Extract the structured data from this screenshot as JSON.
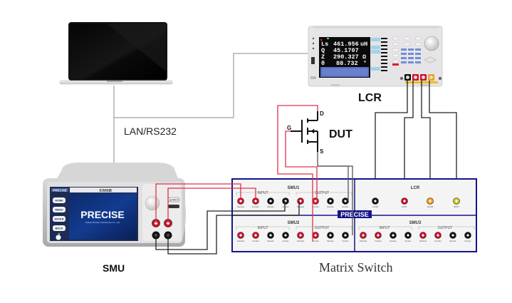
{
  "labels": {
    "link": "LAN/RS232",
    "lcr": "LCR",
    "smu": "SMU",
    "matrix": "Matrix Switch",
    "dut": "DUT",
    "gate": "G",
    "drain": "D",
    "source": "S"
  },
  "lcr_meter": {
    "display_rows": [
      {
        "param": "Ls",
        "value": "461.956",
        "unit": "uH"
      },
      {
        "param": "Q",
        "value": "45.1707",
        "unit": ""
      },
      {
        "param": "Z",
        "value": "290.327",
        "unit": "Ω"
      },
      {
        "param": "θ",
        "value": "88.732",
        "unit": "°"
      }
    ],
    "terminal_colors": [
      "#111111",
      "#d0102a",
      "#d0102a",
      "#e8a317"
    ]
  },
  "smu_device": {
    "model": "S300B",
    "brand": "PRECISE",
    "screen_brand": "PRECISE",
    "screen_subtitle": "Wuhan Precise Instruments Co., Ltd",
    "buttons": [
      "HOME",
      "MENU",
      "ENTER",
      "BACK"
    ],
    "output_button": "OUTPUT"
  },
  "matrix": {
    "brand": "PRECISE",
    "modules": [
      {
        "name": "SMU1",
        "groups": [
          "INPUT",
          "OUTPUT"
        ]
      },
      {
        "name": "SMU2",
        "groups": [
          "INPUT",
          "OUTPUT"
        ]
      },
      {
        "name": "SMU3",
        "groups": [
          "INPUT",
          "OUTPUT"
        ]
      },
      {
        "name": "LCR",
        "groups": []
      }
    ],
    "smu_terminals": [
      "SenseH",
      "ForceH",
      "SenseL",
      "ForceL"
    ],
    "lcr_terminals": [
      {
        "name": "LCUR",
        "color": "#111111"
      },
      {
        "name": "LPOT",
        "color": "#d0102a"
      },
      {
        "name": "HCUR",
        "color": "#f29a1a"
      },
      {
        "name": "HPOT",
        "color": "#c8c81a"
      }
    ]
  },
  "colors": {
    "matrix_border": "#14148a",
    "wire_red": "#e0304a",
    "wire_dark": "#222222",
    "wire_gray": "#888888"
  }
}
